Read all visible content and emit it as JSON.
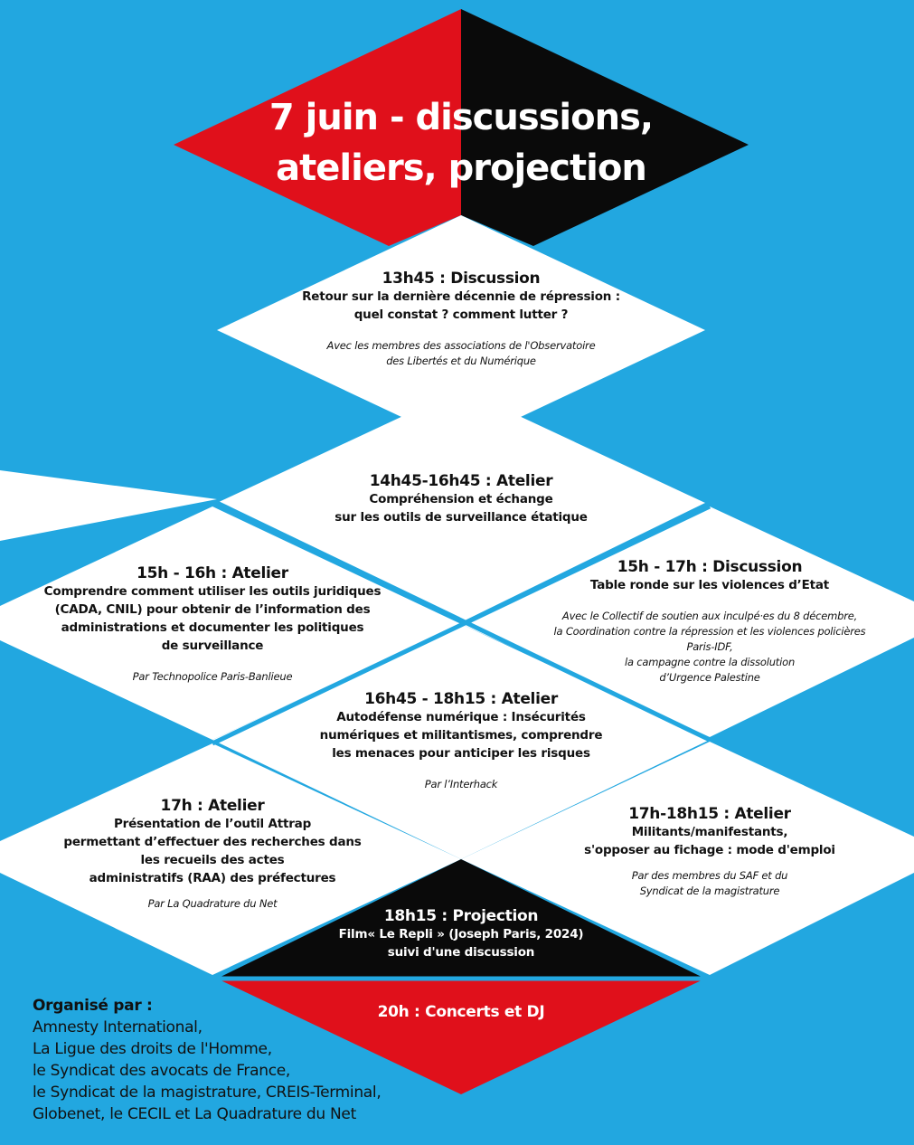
{
  "title": {
    "line1": "7 juin - discussions,",
    "line2": "ateliers, projection"
  },
  "colors": {
    "background": "#22a7e0",
    "red": "#e0101b",
    "black": "#0a0a0a",
    "white": "#ffffff"
  },
  "events": [
    {
      "time": "13h45 : Discussion",
      "description": [
        "Retour sur la dernière décennie de répression :",
        "quel constat ? comment lutter ?"
      ],
      "by": [
        "Avec les membres des associations de l'Observatoire",
        "des Libertés et du Numérique"
      ]
    },
    {
      "time": "14h45-16h45 : Atelier",
      "description": [
        "Compréhension et échange",
        "sur les outils de surveillance étatique"
      ],
      "by": []
    },
    {
      "time": "15h - 16h : Atelier",
      "description": [
        "Comprendre comment utiliser les outils juridiques",
        "(CADA, CNIL) pour obtenir de l’information des",
        "administrations et documenter les politiques",
        "de surveillance"
      ],
      "by": [
        "Par Technopolice Paris-Banlieue"
      ]
    },
    {
      "time": "15h - 17h : Discussion",
      "description": [
        "Table ronde sur les violences d’Etat"
      ],
      "by": [
        "Avec le Collectif de soutien aux inculpé·es du 8 décembre,",
        "la Coordination contre la répression et les violences policières",
        "Paris-IDF,",
        "la campagne contre la dissolution",
        "d’Urgence Palestine"
      ]
    },
    {
      "time": "16h45 - 18h15 : Atelier",
      "description": [
        "Autodéfense numérique : Insécurités",
        "numériques et militantismes, comprendre",
        "les menaces pour anticiper les risques"
      ],
      "by": [
        "Par l’Interhack"
      ]
    },
    {
      "time": "17h : Atelier",
      "description": [
        "Présentation de l’outil Attrap",
        "permettant d’effectuer des recherches dans",
        "les recueils des actes",
        "administratifs (RAA) des préfectures"
      ],
      "by": [
        "Par La Quadrature du Net"
      ]
    },
    {
      "time": "17h-18h15 : Atelier",
      "description": [
        "Militants/manifestants,",
        "s'opposer au fichage : mode d'emploi"
      ],
      "by": [
        "Par des membres du SAF et du",
        "Syndicat de la magistrature"
      ]
    },
    {
      "time": "18h15 : Projection",
      "description": [
        "Film« Le Repli »  (Joseph Paris, 2024)",
        "suivi d'une discussion"
      ],
      "by": []
    },
    {
      "time": "20h : Concerts et DJ",
      "description": [],
      "by": []
    }
  ],
  "organizers": {
    "label": "Organisé par :",
    "lines": [
      "Amnesty International,",
      "La Ligue des droits de l'Homme,",
      "le Syndicat  des avocats de France,",
      "le Syndicat de la magistrature, CREIS-Terminal,",
      "Globenet, le CECIL et La Quadrature du Net"
    ]
  }
}
